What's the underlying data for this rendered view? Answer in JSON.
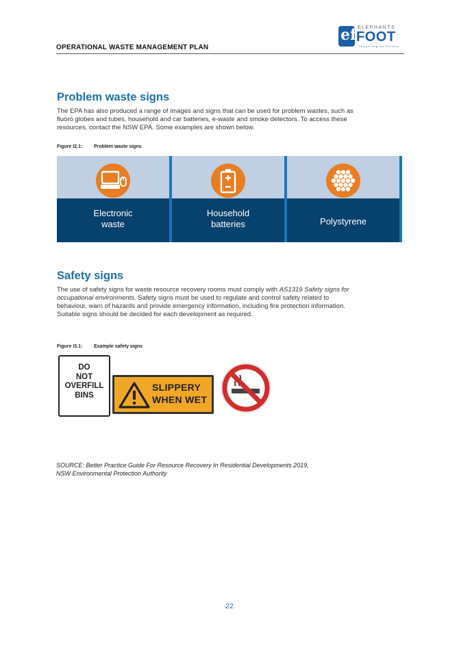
{
  "header": {
    "title": "OPERATIONAL WASTE MANAGEMENT PLAN",
    "logo": {
      "top": "ELEPHANTS",
      "main": "FOOT",
      "tagline": "recycling solutions"
    }
  },
  "section1": {
    "heading": "Problem waste signs",
    "para_lines": [
      "The EPA has also produced a range of images and signs that can be used for problem wastes, such as",
      "fluoro globes and tubes, household and car batteries, e-waste and smoke detectors. To access these",
      "resources, contact the NSW EPA. Some examples are shown below."
    ],
    "figure_label": "Figure I2.1:",
    "figure_title": "Problem waste signs",
    "panels": [
      {
        "icon": "computer-icon",
        "line1": "Electronic",
        "line2": "waste"
      },
      {
        "icon": "battery-icon",
        "line1": "Household",
        "line2": "batteries"
      },
      {
        "icon": "polystyrene-icon",
        "line1": "Polystyrene",
        "line2": ""
      }
    ],
    "colors": {
      "orange": "#e87d23",
      "navy": "#07416d",
      "light": "#c1cfe2"
    }
  },
  "section2": {
    "heading": "Safety signs",
    "para": {
      "l1_a": "The use of safety signs for waste resource recovery rooms must comply with ",
      "l1_b": "AS1319 Safety signs for",
      "l2_a": "occupational environments",
      "l2_b": ". Safety signs must be used to regulate and control safety related to",
      "l3": "behaviour, warn of hazards and provide emergency information, including fire protection information.",
      "l4": "Suitable signs should be decided for each development as required."
    },
    "figure_label": "Figure I3.1:",
    "figure_title": "Example safety signs",
    "signs": {
      "overfill": [
        "DO",
        "NOT",
        "OVERFILL",
        "BINS"
      ],
      "slippery": [
        "SLIPPERY",
        "WHEN WET"
      ],
      "no_smoking_icon": "no-smoking-icon"
    }
  },
  "source": {
    "line1": "SOURCE: Better Practice Guide For Resource Recovery In Residential Developments 2019,",
    "line2": "NSW Environmental Protection Authority"
  },
  "page_number": "22"
}
